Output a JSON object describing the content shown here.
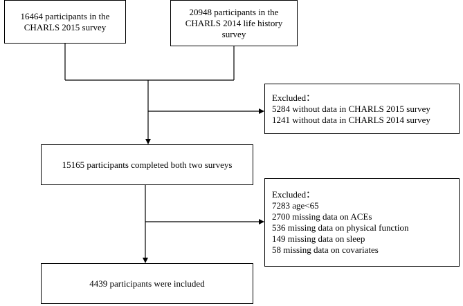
{
  "boxes": {
    "charls2015": {
      "lines": [
        "16464 participants in the",
        "CHARLS 2015 survey"
      ]
    },
    "charls2014": {
      "lines": [
        "20948 participants in the",
        "CHARLS 2014 life history",
        "survey"
      ]
    },
    "excluded1": {
      "heading": "Excluded：",
      "lines": [
        "5284 without data in CHARLS 2015 survey",
        "1241 without data in CHARLS 2014 survey"
      ]
    },
    "completed": {
      "lines": [
        "15165 participants completed both two surveys"
      ]
    },
    "excluded2": {
      "heading": "Excluded：",
      "lines": [
        "7283 age<65",
        "2700 missing data on ACEs",
        "536 missing data on physical function",
        "149 missing data on sleep",
        "58 missing data on covariates"
      ]
    },
    "included": {
      "lines": [
        "4439 participants were included"
      ]
    }
  }
}
